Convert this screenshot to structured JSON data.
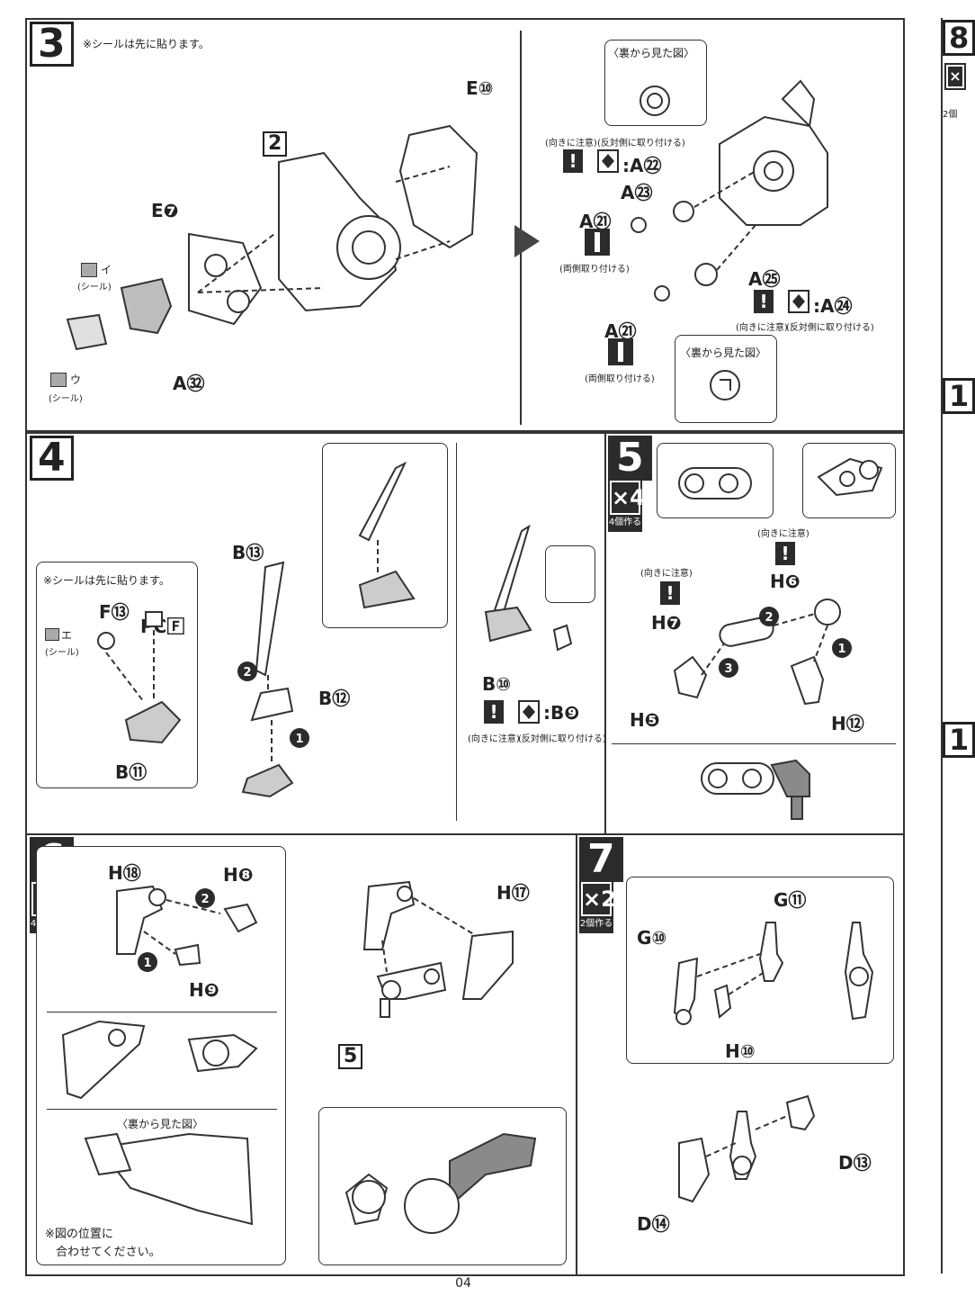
{
  "page_number": "04",
  "colors": {
    "line": "#333333",
    "dark": "#2b2b2b",
    "grey": "#8a8a8a"
  },
  "step3": {
    "number": "3",
    "note": "※シールは先に貼ります。",
    "ref": "2",
    "labels": {
      "e10": "E⑩",
      "e7": "E❼",
      "a32": "A㉜",
      "a23": "A㉓",
      "a21a": "A㉑",
      "a25": "A㉕",
      "a21b": "A㉑"
    },
    "sticker_a_mark": "イ",
    "sticker_a": "(シール)",
    "sticker_b_mark": "ウ",
    "sticker_b": "(シール)",
    "back_view_1": "〈裏から見た図〉",
    "back_view_2": "〈裏から見た図〉",
    "orient_note_1": "(向きに注意)",
    "opposite_note_1": "(反対側に取り付ける)",
    "orient_target_1": ":A㉒",
    "both_sides_1": "(両側取り付ける)",
    "orient_note_2": "(向きに注意)",
    "opposite_note_2": "(反対側に取り付ける)",
    "orient_target_2": ":A㉔",
    "both_sides_2": "(両側取り付ける)"
  },
  "step4": {
    "number": "4",
    "note": "※シールは先に貼ります。",
    "labels": {
      "f13": "F⑬",
      "pcf": "PC🄵",
      "b11": "B⑪",
      "b13": "B⑬",
      "b12": "B⑫",
      "b10": "B⑩"
    },
    "sticker_mark": "エ",
    "sticker": "(シール)",
    "orient_target": ":B❾",
    "orient_note": "(向きに注意)",
    "opposite_note": "(反対側に取り付ける)"
  },
  "step5": {
    "number": "5",
    "qty": "×4",
    "qty_note": "4個作る",
    "orient_note_1": "(向きに注意)",
    "orient_note_2": "(向きに注意)",
    "labels": {
      "h7": "H❼",
      "h6": "H❻",
      "h5": "H❺",
      "h12": "H⑫"
    }
  },
  "step6": {
    "number": "6",
    "qty": "×4",
    "qty_note": "4個作る",
    "labels": {
      "h18": "H⑱",
      "h8": "H❽",
      "h9": "H❾",
      "h17": "H⑰"
    },
    "ref": "5",
    "back_view": "〈裏から見た図〉",
    "position_note_1": "※図の位置に",
    "position_note_2": "合わせてください。"
  },
  "step7": {
    "number": "7",
    "qty": "×2",
    "qty_note": "2個作る",
    "labels": {
      "g11": "G⑪",
      "g10": "G⑩",
      "h10": "H⑩",
      "d13": "D⑬",
      "d14": "D⑭"
    }
  },
  "side": {
    "n8": "8",
    "q": "×",
    "c": "2個",
    "n1a": "1",
    "n1b": "1"
  }
}
